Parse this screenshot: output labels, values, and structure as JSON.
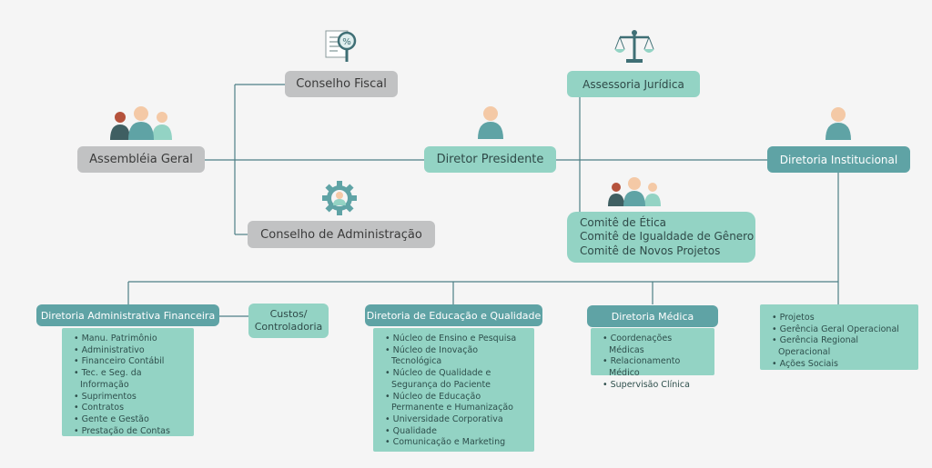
{
  "colors": {
    "teal": "#5fa3a5",
    "mint": "#93d3c4",
    "grey": "#c1c2c3",
    "line": "#4d7f86",
    "dark_teal": "#3f7c80",
    "skin": "#f4c9a6",
    "hair": "#d98c6b"
  },
  "top": {
    "conselho_fiscal": "Conselho Fiscal",
    "assessoria_juridica": "Assessoria Jurídica",
    "assembleia_geral": "Assembléia Geral",
    "diretor_presidente": "Diretor Presidente",
    "diretoria_institucional": "Diretoria Institucional",
    "conselho_administracao": "Conselho de Administração",
    "comites": [
      "Comitê de Ética",
      "Comitê de Igualdade de Gênero",
      "Comitê de Novos Projetos"
    ]
  },
  "icons": {
    "fiscal": "document-percent-icon",
    "juridica": "scales-icon",
    "assembleia": "people-group-icon",
    "presidente": "person-icon",
    "institucional": "person-icon",
    "administracao": "gear-person-icon",
    "comites": "people-group-icon"
  },
  "departments": {
    "financeira": {
      "title": "Diretoria Administrativa Financeira",
      "items": [
        "Manu. Patrimônio",
        "Administrativo",
        "Financeiro Contábil",
        "Tec. e Seg. da Informação",
        "Suprimentos",
        "Contratos",
        "Gente e Gestão",
        "Prestação de Contas"
      ]
    },
    "custos": [
      "Custos/",
      "Controladoria"
    ],
    "educacao": {
      "title": "Diretoria de Educação e Qualidade",
      "items": [
        "Núcleo de Ensino e Pesquisa",
        "Núcleo de Inovação Tecnológica",
        "Núcleo de Qualidade e Segurança do Paciente",
        "Núcleo de Educação Permanente e Humanização",
        "Universidade Corporativa",
        "Qualidade",
        "Comunicação e Marketing"
      ]
    },
    "medica": {
      "title": "Diretoria Médica",
      "items": [
        "Coordenações Médicas",
        "Relacionamento Médico",
        "Supervisão Clínica"
      ]
    },
    "institucional": {
      "items": [
        "Projetos",
        "Gerência Geral Operacional",
        "Gerência Regional Operacional",
        "Ações Sociais"
      ]
    }
  }
}
